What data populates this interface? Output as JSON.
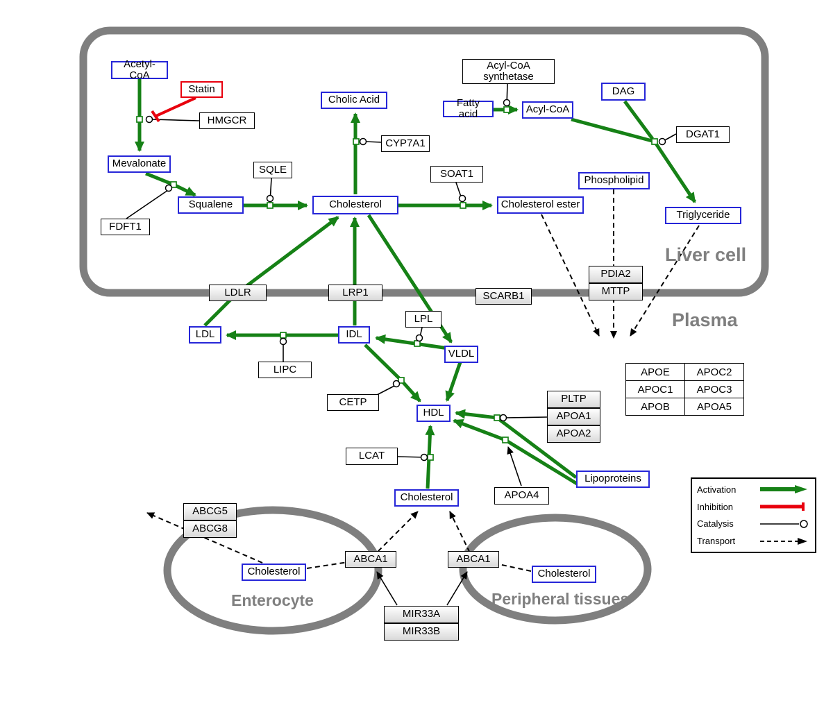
{
  "colors": {
    "activation": "#168116",
    "inhibition": "#e8000d",
    "node_border_blue": "#2626d8",
    "membrane_gray": "#7f7f7f"
  },
  "regions": {
    "liver": "Liver cell",
    "plasma": "Plasma",
    "enterocyte": "Enterocyte",
    "peripheral": "Peripheral tissues"
  },
  "nodes": {
    "acetyl_coa": {
      "label": "Acetyl-CoA"
    },
    "statin": {
      "label": "Statin"
    },
    "hmgcr": {
      "label": "HMGCR"
    },
    "mevalonate": {
      "label": "Mevalonate"
    },
    "fdft1": {
      "label": "FDFT1"
    },
    "squalene": {
      "label": "Squalene"
    },
    "sqle": {
      "label": "SQLE"
    },
    "cholic_acid": {
      "label": "Cholic Acid"
    },
    "cyp7a1": {
      "label": "CYP7A1"
    },
    "cholesterol_liver": {
      "label": "Cholesterol"
    },
    "soat1": {
      "label": "SOAT1"
    },
    "cholesterol_ester": {
      "label": "Cholesterol ester"
    },
    "acyl_coa_synthetase": {
      "label": "Acyl-CoA synthetase"
    },
    "fatty_acid": {
      "label": "Fatty acid"
    },
    "acyl_coa": {
      "label": "Acyl-CoA"
    },
    "dag": {
      "label": "DAG"
    },
    "dgat1": {
      "label": "DGAT1"
    },
    "phospholipid": {
      "label": "Phospholipid"
    },
    "triglyceride": {
      "label": "Triglyceride"
    },
    "ldlr": {
      "label": "LDLR"
    },
    "lrp1": {
      "label": "LRP1"
    },
    "scarb1": {
      "label": "SCARB1"
    },
    "pdia2": {
      "label": "PDIA2"
    },
    "mttp": {
      "label": "MTTP"
    },
    "ldl": {
      "label": "LDL"
    },
    "idl": {
      "label": "IDL"
    },
    "lipc": {
      "label": "LIPC"
    },
    "lpl": {
      "label": "LPL"
    },
    "vldl": {
      "label": "VLDL"
    },
    "cetp": {
      "label": "CETP"
    },
    "hdl": {
      "label": "HDL"
    },
    "pltp": {
      "label": "PLTP"
    },
    "apoa1": {
      "label": "APOA1"
    },
    "apoa2": {
      "label": "APOA2"
    },
    "lcat": {
      "label": "LCAT"
    },
    "apoa4": {
      "label": "APOA4"
    },
    "lipoproteins": {
      "label": "Lipoproteins"
    },
    "cholesterol_plasma": {
      "label": "Cholesterol"
    },
    "abcg5": {
      "label": "ABCG5"
    },
    "abcg8": {
      "label": "ABCG8"
    },
    "cholesterol_enterocyte": {
      "label": "Cholesterol"
    },
    "abca1_enterocyte": {
      "label": "ABCA1"
    },
    "abca1_peripheral": {
      "label": "ABCA1"
    },
    "cholesterol_peripheral": {
      "label": "Cholesterol"
    },
    "mir33a": {
      "label": "MIR33A"
    },
    "mir33b": {
      "label": "MIR33B"
    }
  },
  "apo_table": [
    [
      "APOE",
      "APOC2"
    ],
    [
      "APOC1",
      "APOC3"
    ],
    [
      "APOB",
      "APOA5"
    ]
  ],
  "legend": {
    "activation": "Activation",
    "inhibition": "Inhibition",
    "catalysis": "Catalysis",
    "transport": "Transport"
  }
}
